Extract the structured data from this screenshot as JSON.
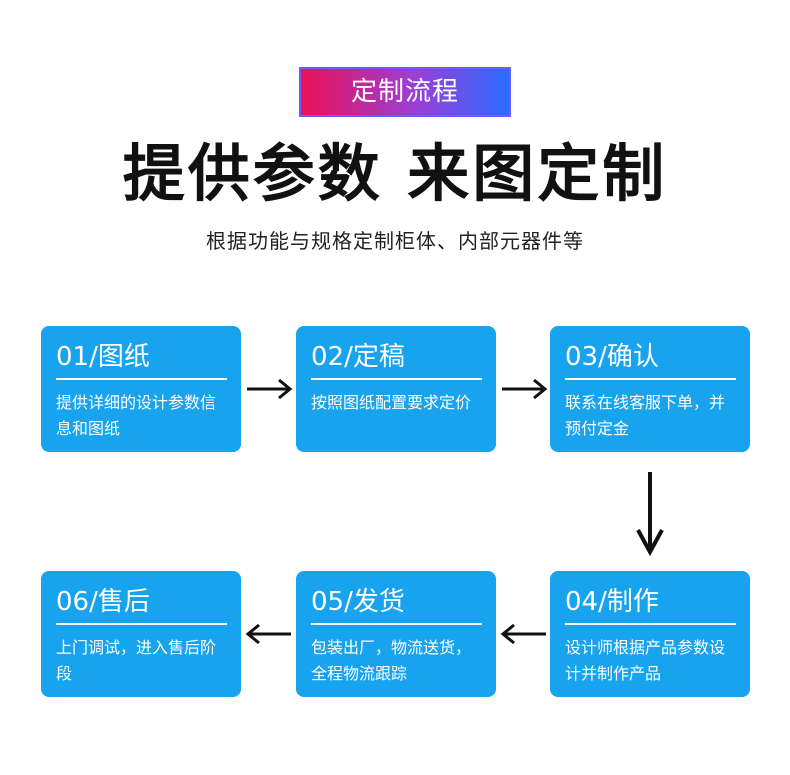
{
  "header": {
    "badge": "定制流程",
    "title": "提供参数 来图定制",
    "subtitle": "根据功能与规格定制柜体、内部元器件等"
  },
  "steps": [
    {
      "title": "01/图纸",
      "desc": "提供详细的设计参数信息和图纸"
    },
    {
      "title": "02/定稿",
      "desc": "按照图纸配置要求定价"
    },
    {
      "title": "03/确认",
      "desc": "联系在线客服下单，并预付定金"
    },
    {
      "title": "04/制作",
      "desc": "设计师根据产品参数设计并制作产品"
    },
    {
      "title": "05/发货",
      "desc": "包装出厂，物流送货，全程物流跟踪"
    },
    {
      "title": "06/售后",
      "desc": "上门调试，进入售后阶段"
    }
  ],
  "colors": {
    "step_background": "#18a3ee",
    "badge_gradient": [
      "#ea1155",
      "#9a3fd8",
      "#2a6bff"
    ],
    "arrow": "#111111"
  },
  "icons": [
    "arrow-right-icon",
    "arrow-down-icon",
    "arrow-left-icon"
  ]
}
